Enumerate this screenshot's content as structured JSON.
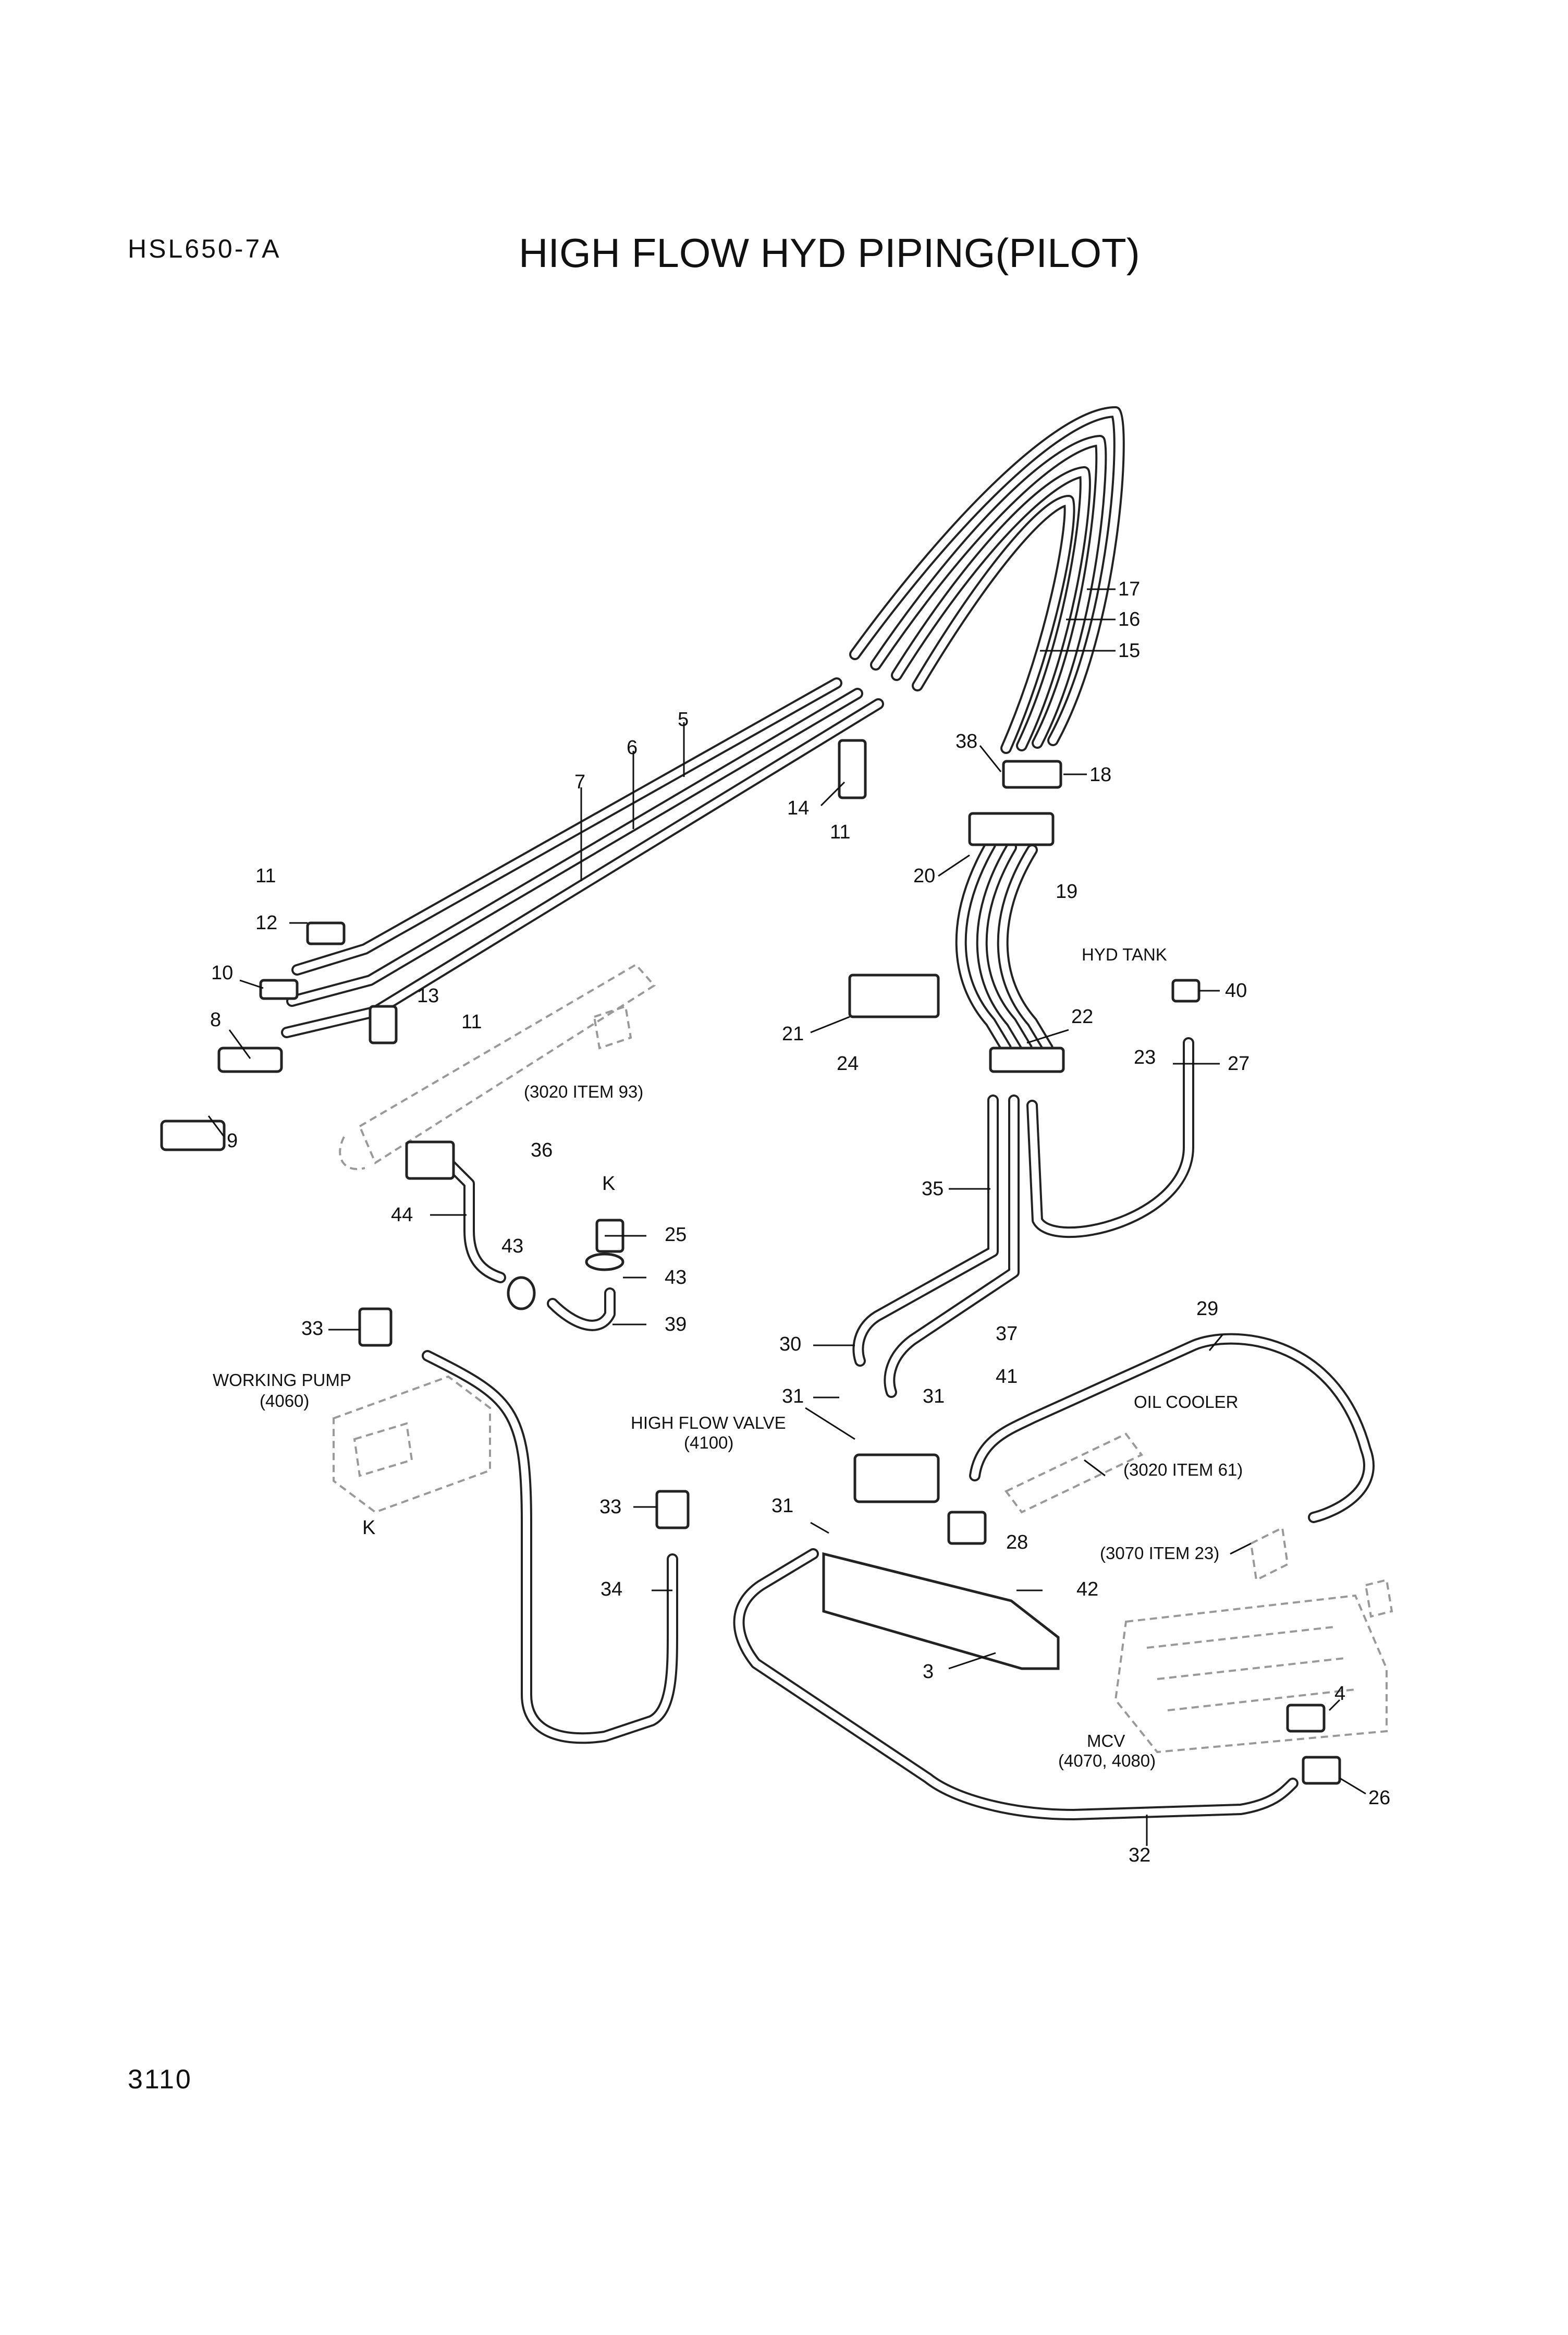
{
  "header": {
    "model": "HSL650-7A",
    "title": "HIGH FLOW HYD PIPING(PILOT)"
  },
  "footer": {
    "page_number": "3110"
  },
  "callouts": [
    {
      "id": "c17",
      "text": "17"
    },
    {
      "id": "c16",
      "text": "16"
    },
    {
      "id": "c15",
      "text": "15"
    },
    {
      "id": "c5",
      "text": "5"
    },
    {
      "id": "c6",
      "text": "6"
    },
    {
      "id": "c7",
      "text": "7"
    },
    {
      "id": "c38",
      "text": "38"
    },
    {
      "id": "c18",
      "text": "18"
    },
    {
      "id": "c14",
      "text": "14"
    },
    {
      "id": "c11a",
      "text": "11"
    },
    {
      "id": "c11b",
      "text": "11"
    },
    {
      "id": "c12",
      "text": "12"
    },
    {
      "id": "c20",
      "text": "20"
    },
    {
      "id": "c19",
      "text": "19"
    },
    {
      "id": "c10",
      "text": "10"
    },
    {
      "id": "c13",
      "text": "13"
    },
    {
      "id": "c11c",
      "text": "11"
    },
    {
      "id": "c8",
      "text": "8"
    },
    {
      "id": "c9",
      "text": "9"
    },
    {
      "id": "c40",
      "text": "40"
    },
    {
      "id": "c21",
      "text": "21"
    },
    {
      "id": "c22",
      "text": "22"
    },
    {
      "id": "c24",
      "text": "24"
    },
    {
      "id": "c23",
      "text": "23"
    },
    {
      "id": "c27",
      "text": "27"
    },
    {
      "id": "c36",
      "text": "36"
    },
    {
      "id": "cK1",
      "text": "K"
    },
    {
      "id": "c44",
      "text": "44"
    },
    {
      "id": "c25",
      "text": "25"
    },
    {
      "id": "c35",
      "text": "35"
    },
    {
      "id": "c43a",
      "text": "43"
    },
    {
      "id": "c43b",
      "text": "43"
    },
    {
      "id": "c39",
      "text": "39"
    },
    {
      "id": "c33a",
      "text": "33"
    },
    {
      "id": "c29",
      "text": "29"
    },
    {
      "id": "c37",
      "text": "37"
    },
    {
      "id": "c30",
      "text": "30"
    },
    {
      "id": "c41",
      "text": "41"
    },
    {
      "id": "c31a",
      "text": "31"
    },
    {
      "id": "c31b",
      "text": "31"
    },
    {
      "id": "cK2",
      "text": "K"
    },
    {
      "id": "c33b",
      "text": "33"
    },
    {
      "id": "c31c",
      "text": "31"
    },
    {
      "id": "c28",
      "text": "28"
    },
    {
      "id": "c42",
      "text": "42"
    },
    {
      "id": "c34",
      "text": "34"
    },
    {
      "id": "c3",
      "text": "3"
    },
    {
      "id": "c4",
      "text": "4"
    },
    {
      "id": "c26",
      "text": "26"
    },
    {
      "id": "c32",
      "text": "32"
    }
  ],
  "references": {
    "hyd_tank": "HYD TANK",
    "item_3020_93": "(3020 ITEM 93)",
    "working_pump": "WORKING  PUMP",
    "working_pump_code": "(4060)",
    "high_flow_valve": "HIGH FLOW VALVE",
    "high_flow_valve_code": "(4100)",
    "oil_cooler": "OIL COOLER",
    "item_3020_61": "(3020 ITEM 61)",
    "item_3070_23": "(3070 ITEM 23)",
    "mcv": "MCV",
    "mcv_code": "(4070, 4080)"
  }
}
